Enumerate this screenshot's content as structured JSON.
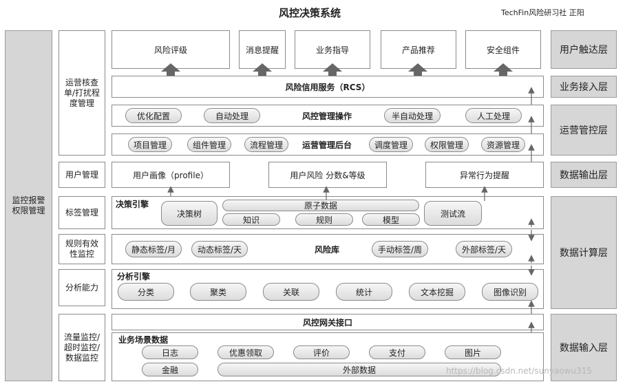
{
  "title": "风控决策系统",
  "author": "TechFin风险研习社  正阳",
  "watermark": "https://blog.csdn.net/sunyaowu315",
  "left_vertical": "监控报警\n权限管理",
  "side_labels": {
    "ops_check": "运营核查\n单/打扰程\n度管理",
    "user_mgmt": "用户管理",
    "tag_mgmt": "标签管理",
    "rule_monitor": "规则有效\n性监控",
    "analysis": "分析能力",
    "traffic": "流量监控/\n超时监控/\n数据监控"
  },
  "layers": {
    "touch": "用户触达层",
    "access": "业务接入层",
    "ops": "运营管控层",
    "output": "数据输出层",
    "compute": "数据计算层",
    "input": "数据输入层"
  },
  "touch_items": [
    "风险评级",
    "消息提醒",
    "业务指导",
    "产品推荐",
    "安全组件"
  ],
  "rcs": "风险信用服务（RCS）",
  "risk_ops": {
    "title": "风控管理操作",
    "items": [
      "优化配置",
      "自动处理",
      "半自动处理",
      "人工处理"
    ]
  },
  "ops_backend": {
    "title": "运营管理后台",
    "items": [
      "项目管理",
      "组件管理",
      "流程管理",
      "调度管理",
      "权限管理",
      "资源管理"
    ]
  },
  "output_items": [
    "用户画像（profile）",
    "用户风险 分数&等级",
    "异常行为提醒"
  ],
  "decision": {
    "title": "决策引擎",
    "tree": "决策树",
    "atomic": "原子数据",
    "atomic_items": [
      "知识",
      "规则",
      "模型"
    ],
    "test": "测试流"
  },
  "risk_lib": {
    "title": "风险库",
    "items": [
      "静态标签/月",
      "动态标签/天",
      "手动标签/周",
      "外部标签/天"
    ]
  },
  "analysis_engine": {
    "title": "分析引擎",
    "items": [
      "分类",
      "聚类",
      "关联",
      "统计",
      "文本挖掘",
      "图像识别"
    ]
  },
  "gateway": "风控网关接口",
  "scene": {
    "title": "业务场景数据",
    "items": [
      "日志",
      "优惠领取",
      "评价",
      "支付",
      "图片",
      "金融",
      "外部数据"
    ]
  }
}
